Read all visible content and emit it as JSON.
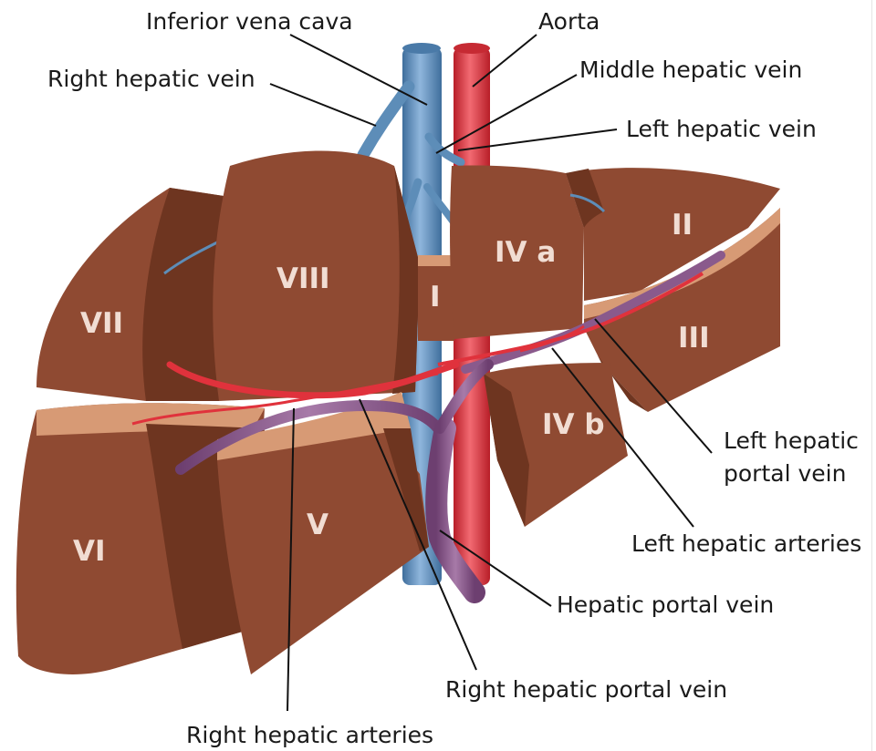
{
  "labels": {
    "inferior_vena_cava": "Inferior vena cava",
    "aorta": "Aorta",
    "right_hepatic_vein": "Right hepatic vein",
    "middle_hepatic_vein": "Middle hepatic vein",
    "left_hepatic_vein": "Left hepatic vein",
    "left_hepatic_portal_vein_line1": "Left hepatic",
    "left_hepatic_portal_vein_line2": "portal vein",
    "left_hepatic_arteries": "Left hepatic arteries",
    "hepatic_portal_vein": "Hepatic portal vein",
    "right_hepatic_portal_vein": "Right hepatic portal vein",
    "right_hepatic_arteries": "Right hepatic arteries"
  },
  "segments": {
    "I": "I",
    "II": "II",
    "III": "III",
    "IVa": "IV a",
    "IVb": "IV b",
    "V": "V",
    "VI": "VI",
    "VII": "VII",
    "VIII": "VIII"
  },
  "colors": {
    "liver": "#8f4a32",
    "liver_dark": "#6e3520",
    "liver_cut": "#d79a75",
    "vein_blue": "#5d8db8",
    "artery_red": "#e0323c",
    "portal_purple": "#8a5a8c"
  }
}
